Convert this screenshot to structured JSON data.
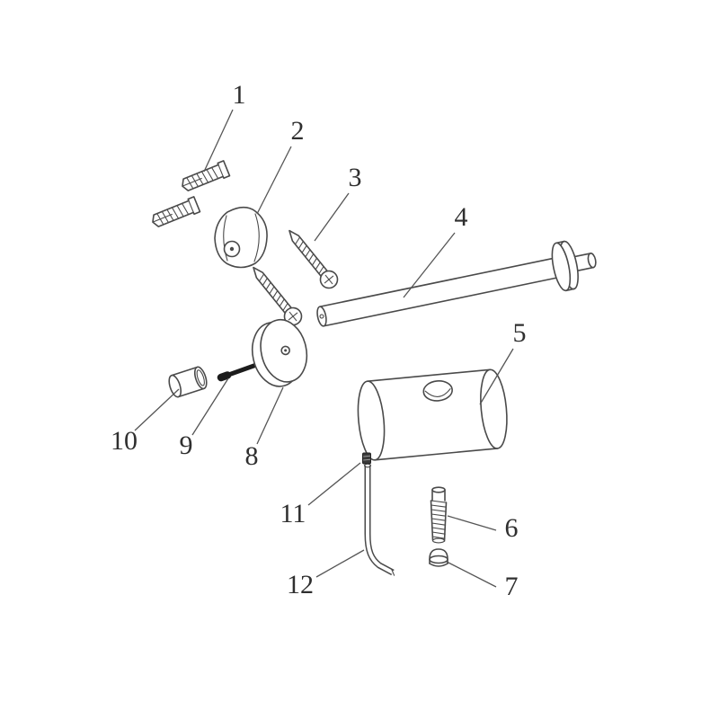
{
  "diagram": {
    "type": "exploded-parts-diagram",
    "colors": {
      "background": "#ffffff",
      "line": "#4a4a4a",
      "text": "#2f2f2f",
      "dark_part": "#1c1c1c"
    }
  },
  "callouts": [
    "1",
    "2",
    "3",
    "4",
    "5",
    "6",
    "7",
    "8",
    "9",
    "10",
    "11",
    "12"
  ]
}
